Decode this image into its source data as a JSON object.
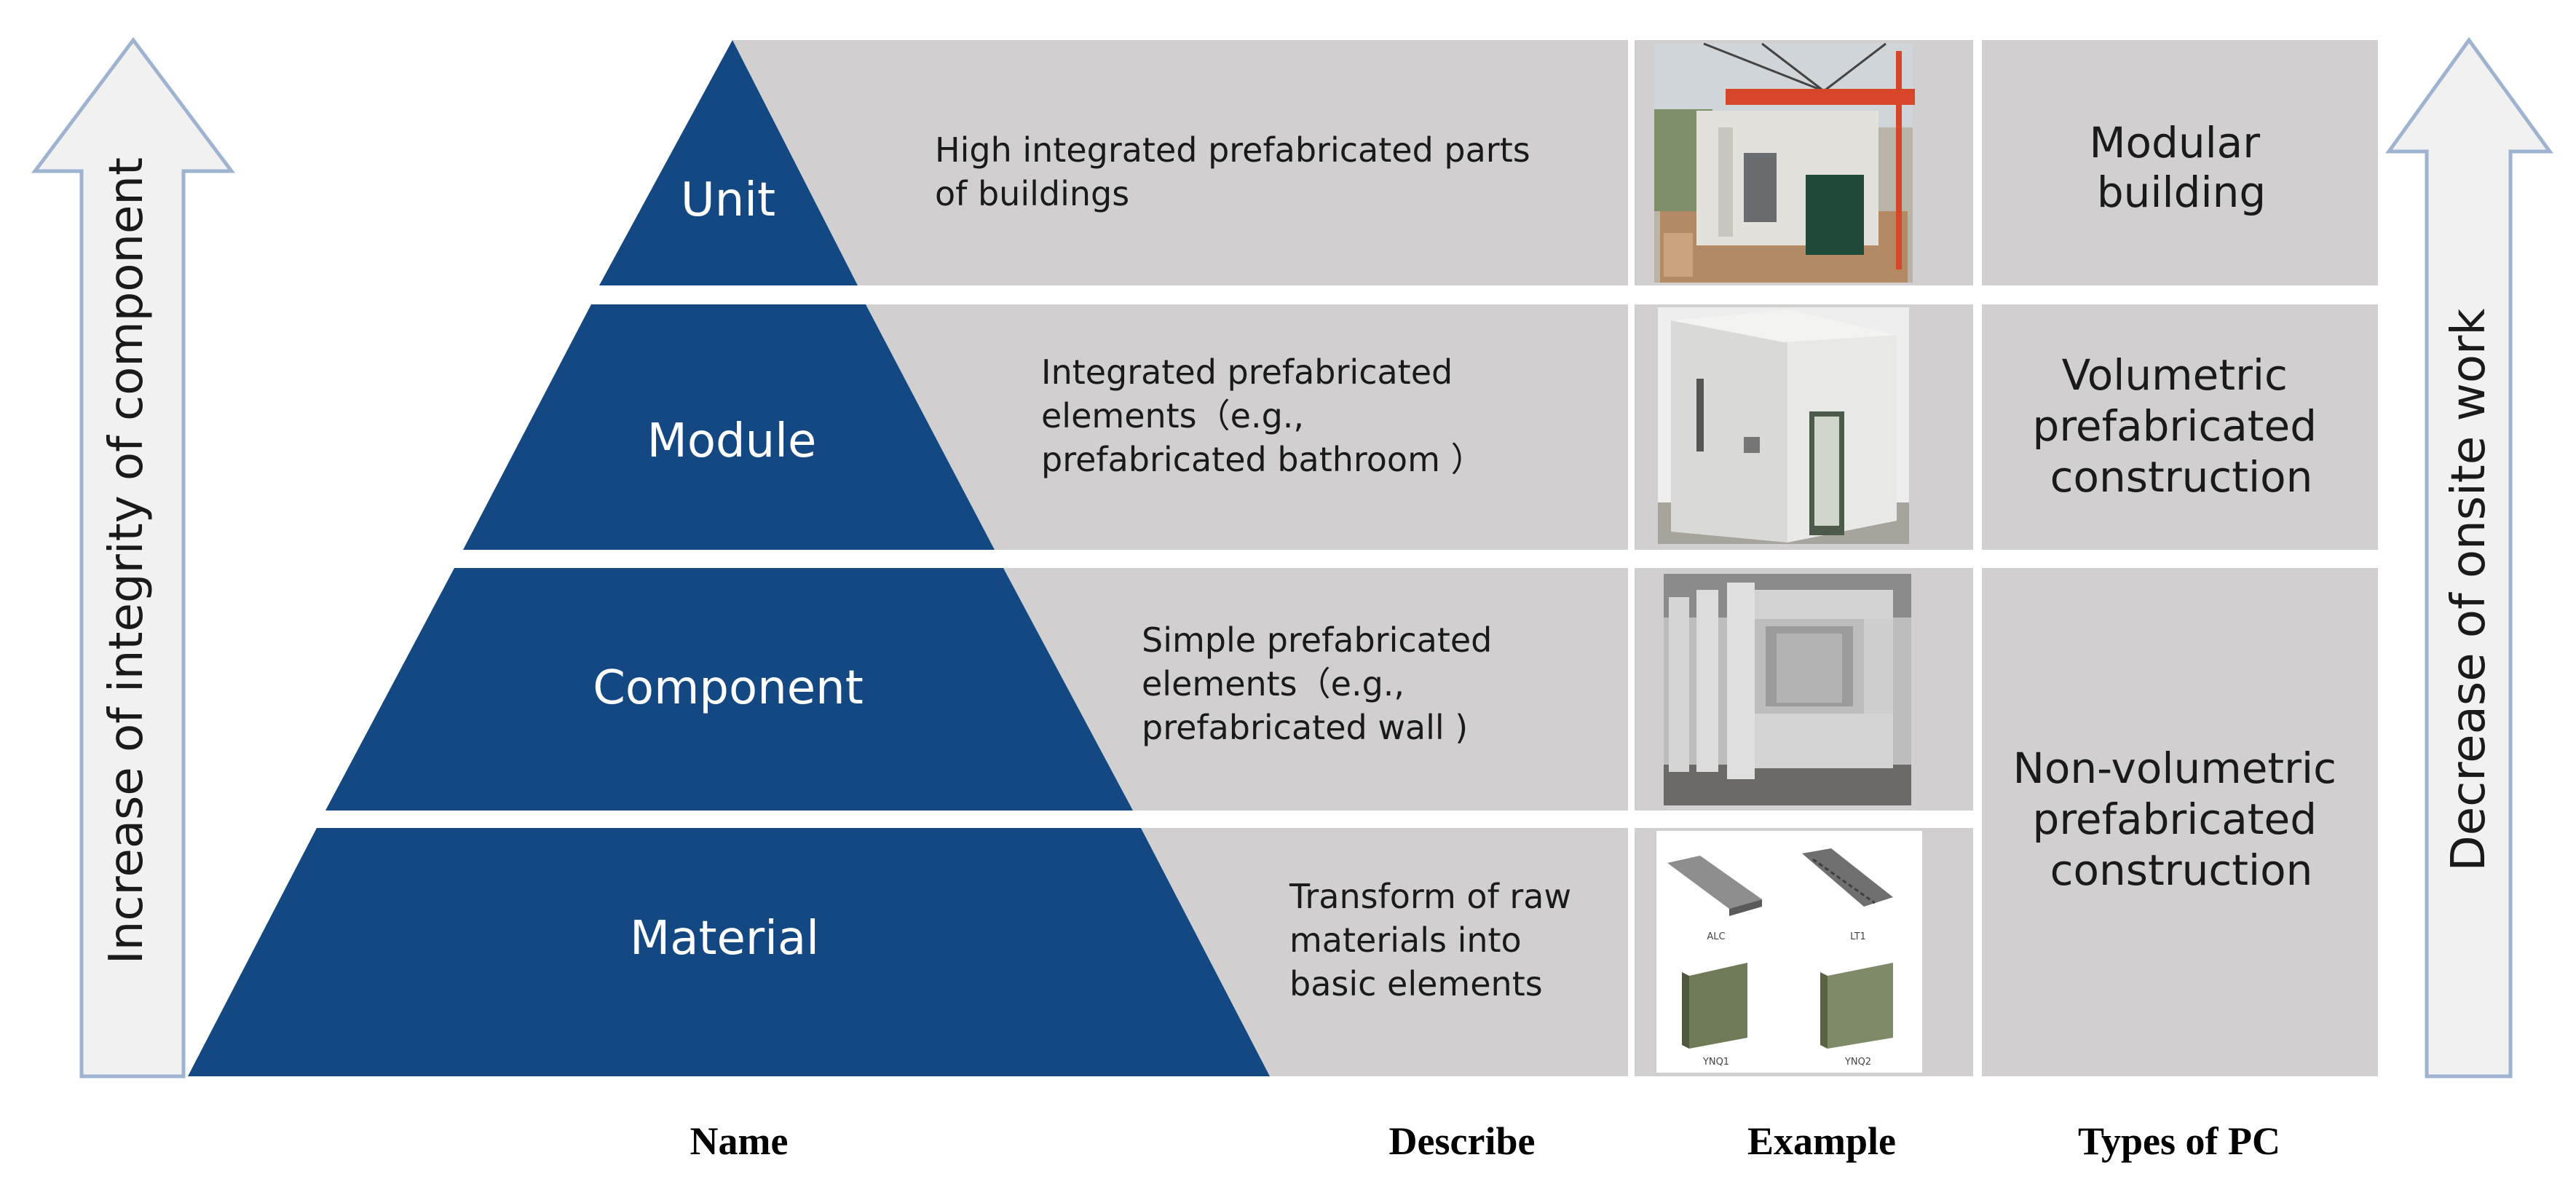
{
  "levels": [
    {
      "name": "Unit",
      "description": [
        "High integrated prefabricated parts",
        "of buildings"
      ],
      "example": "crane-lifting-unit"
    },
    {
      "name": "Module",
      "description": [
        "Integrated prefabricated",
        "elements（e.g.,",
        "prefabricated bathroom ）"
      ],
      "example": "prefabricated-bathroom"
    },
    {
      "name": "Component",
      "description": [
        "Simple prefabricated",
        "elements（e.g.,",
        "prefabricated wall )"
      ],
      "example": "prefabricated-wall"
    },
    {
      "name": "Material",
      "description": [
        "Transform of raw",
        "materials into",
        "basic elements"
      ],
      "example": "basic-elements"
    }
  ],
  "types": [
    {
      "lines": [
        "Modular",
        "building"
      ]
    },
    {
      "lines": [
        "Volumetric",
        "prefabricated",
        "construction"
      ]
    },
    {
      "lines": [
        "Non-volumetric",
        "prefabricated",
        "construction"
      ]
    }
  ],
  "material_example_labels": [
    "ALC",
    "LT1",
    "YNQ1",
    "YNQ2"
  ],
  "arrows": {
    "left": "Increase of integrity of component",
    "right": "Decrease of onsite work"
  },
  "column_headers": {
    "name": "Name",
    "describe": "Describe",
    "example": "Example",
    "types": "Types of PC"
  },
  "colors": {
    "pyramid": "#134883",
    "panel": "#d1cfcf",
    "arrow_fill": "#f1f1f1",
    "arrow_stroke": "#9db3cf"
  }
}
